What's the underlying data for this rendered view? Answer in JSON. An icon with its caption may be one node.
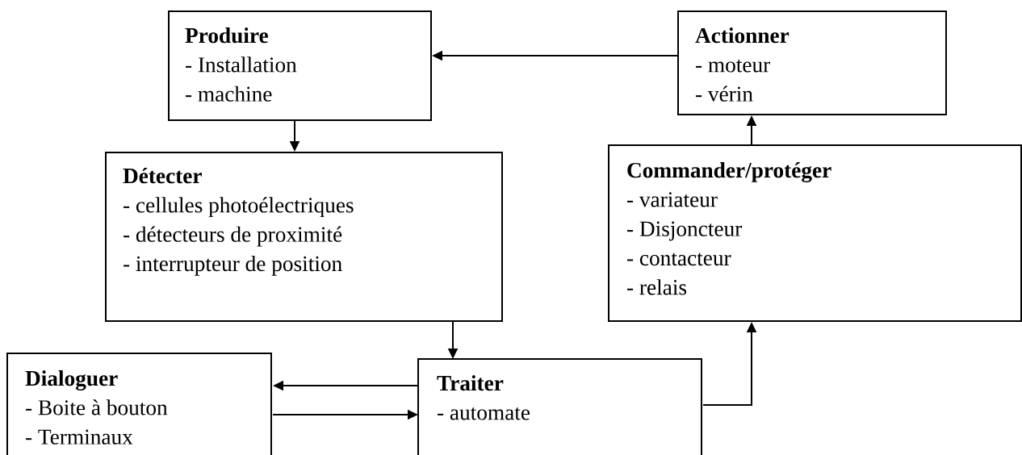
{
  "diagram": {
    "nodes": [
      {
        "text": [
          "Produire",
          "- Installation",
          "- machine"
        ]
      },
      {
        "text": [
          "Actionner",
          "- moteur",
          "- vérin"
        ]
      },
      {
        "text": [
          "Détecter",
          "- cellules photoélectriques",
          "- détecteurs de proximité",
          "- interrupteur de position"
        ]
      },
      {
        "text": [
          "Commander/protéger",
          "- variateur",
          "- Disjoncteur",
          "- contacteur",
          "- relais"
        ]
      },
      {
        "text": [
          "Dialoguer",
          "- Boite à bouton",
          "- Terminaux"
        ]
      },
      {
        "text": [
          "Traiter",
          "- automate"
        ]
      }
    ],
    "edges": [
      {
        "from": 1,
        "to": 0,
        "arrow": "to"
      },
      {
        "from": 0,
        "to": 2,
        "arrow": "to"
      },
      {
        "from": 3,
        "to": 1,
        "arrow": "to"
      },
      {
        "from": 2,
        "to": 5,
        "arrow": "to"
      },
      {
        "from": 5,
        "to": 4,
        "arrow": "to"
      },
      {
        "from": 4,
        "to": 5,
        "arrow": "to"
      },
      {
        "from": 5,
        "to": 3,
        "arrow": "to"
      }
    ]
  }
}
